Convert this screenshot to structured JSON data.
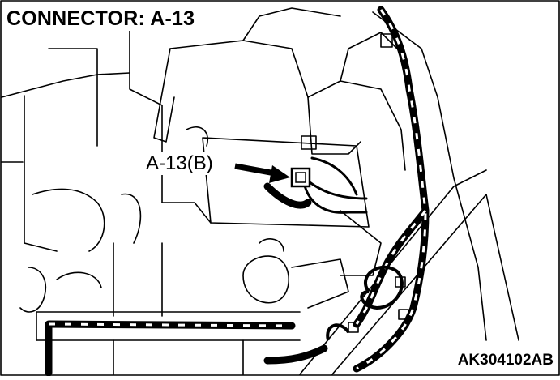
{
  "title": "CONNECTOR: A-13",
  "callout_label": "A-13(B)",
  "figure_code": "AK304102AB"
}
